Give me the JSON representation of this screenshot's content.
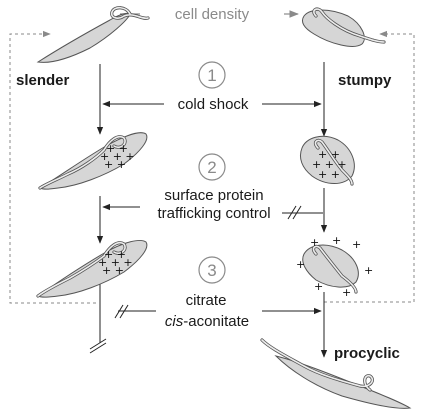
{
  "labels": {
    "top": "cell density",
    "slender": "slender",
    "stumpy": "stumpy",
    "procyclic": "procyclic",
    "step1_number": "1",
    "step1_text": "cold shock",
    "step2_number": "2",
    "step2_line1": "surface protein",
    "step2_line2": "trafficking control",
    "step3_number": "3",
    "step3_line1": "citrate",
    "step3_line2_italic": "cis",
    "step3_line2_rest": "-aconitate"
  },
  "colors": {
    "cell_fill": "#d6d6d6",
    "outline": "#555555",
    "grey_text": "#8a8a8a",
    "dashed_loop": "#8a8a8a"
  },
  "icons": [
    "slender-trypanosome-icon",
    "stumpy-trypanosome-icon",
    "procyclic-trypanosome-icon",
    "plus-marker-icon",
    "inhibition-slash-icon"
  ]
}
